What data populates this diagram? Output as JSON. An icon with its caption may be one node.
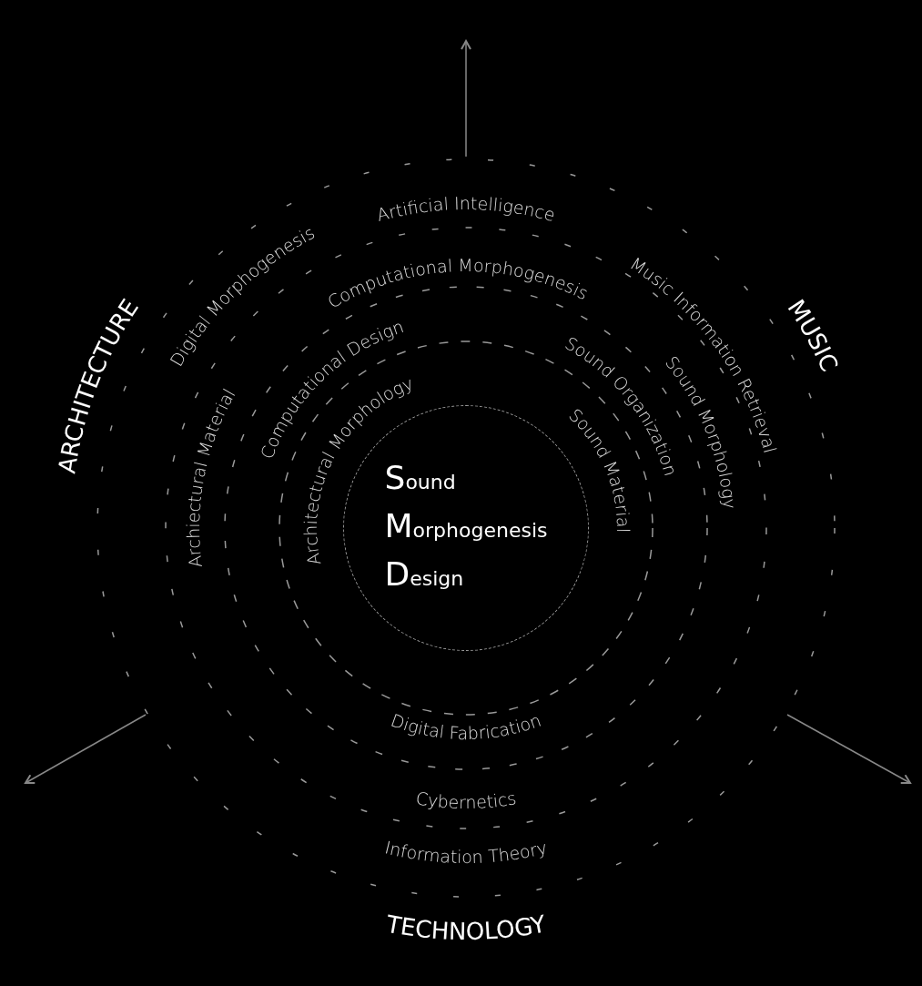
{
  "diagram": {
    "nodes": [
      {
        "text": [
          "Sound Morphogenesis Design"
        ]
      }
    ],
    "labels": [
      "ARCHITECTURE",
      "Artificial Intelligence",
      "MUSIC",
      "Computational Morphogenesis",
      "Digital Morphogenesis",
      "Music Information Retrieval",
      "Archiectural Material",
      "Computational Design",
      "Sound Organization",
      "Sound Morphology",
      "Architectural  Morphology",
      "Sound Material",
      "Digital Fabrication",
      "Cybernetics",
      "Information Theory",
      "TECHNOLOGY"
    ]
  }
}
